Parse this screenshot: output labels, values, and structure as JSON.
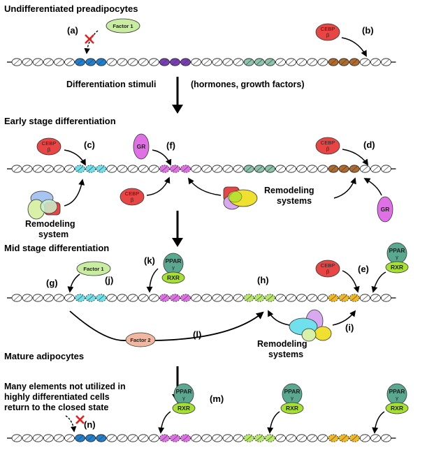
{
  "stages": {
    "s1": "Undifferentiated preadipocytes",
    "s2": "Early stage differentiation",
    "s3": "Mid stage differentiation",
    "s4": "Mature adipocytes"
  },
  "labels": {
    "differentiation_stimuli": "Differentiation stimuli",
    "hormones": "(hormones, growth factors)",
    "remodeling_system_1": "Remodeling",
    "remodeling_system_2": "system",
    "remodeling_systems_a1": "Remodeling",
    "remodeling_systems_a2": "systems",
    "remodeling_systems_b1": "Remodeling",
    "remodeling_systems_b2": "systems",
    "note_1": "Many elements not utilized in",
    "note_2": "highly differentiated cells",
    "note_3": "return to the closed state"
  },
  "letters": {
    "a": "(a)",
    "b": "(b)",
    "c": "(c)",
    "d": "(d)",
    "e": "(e)",
    "f": "(f)",
    "g": "(g)",
    "h": "(h)",
    "i": "(i)",
    "j": "(j)",
    "k": "(k)",
    "l": "(l)",
    "m": "(m)",
    "n": "(n)"
  },
  "proteins": {
    "factor1": "Factor 1",
    "factor2": "Factor 2",
    "cebp": "CEBP",
    "beta": "β",
    "gr": "GR",
    "ppar": "PPAR",
    "gamma": "γ",
    "rxr": "RXR"
  },
  "colors": {
    "blue": "#1f7fd0",
    "purple": "#7a3db8",
    "teal": "#8cc6ad",
    "brown": "#b26a2a",
    "cyan": "#6fe0ec",
    "pink": "#e070e6",
    "lime": "#b8e86a",
    "gold": "#f2b820",
    "red_protein": "#e84545",
    "green_protein": "#a6e030",
    "ppar_teal": "#5aa890"
  }
}
